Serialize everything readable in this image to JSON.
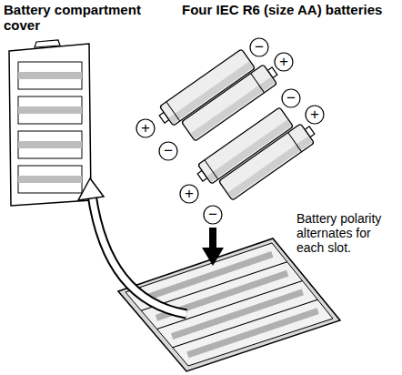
{
  "diagram": {
    "labels": [
      "Battery compartment cover",
      "Four IEC R6 (size AA) batteries",
      "−",
      "+",
      "−",
      "+",
      "+",
      "−",
      "+",
      "−",
      "Battery polarity alternates for each slot."
    ]
  }
}
